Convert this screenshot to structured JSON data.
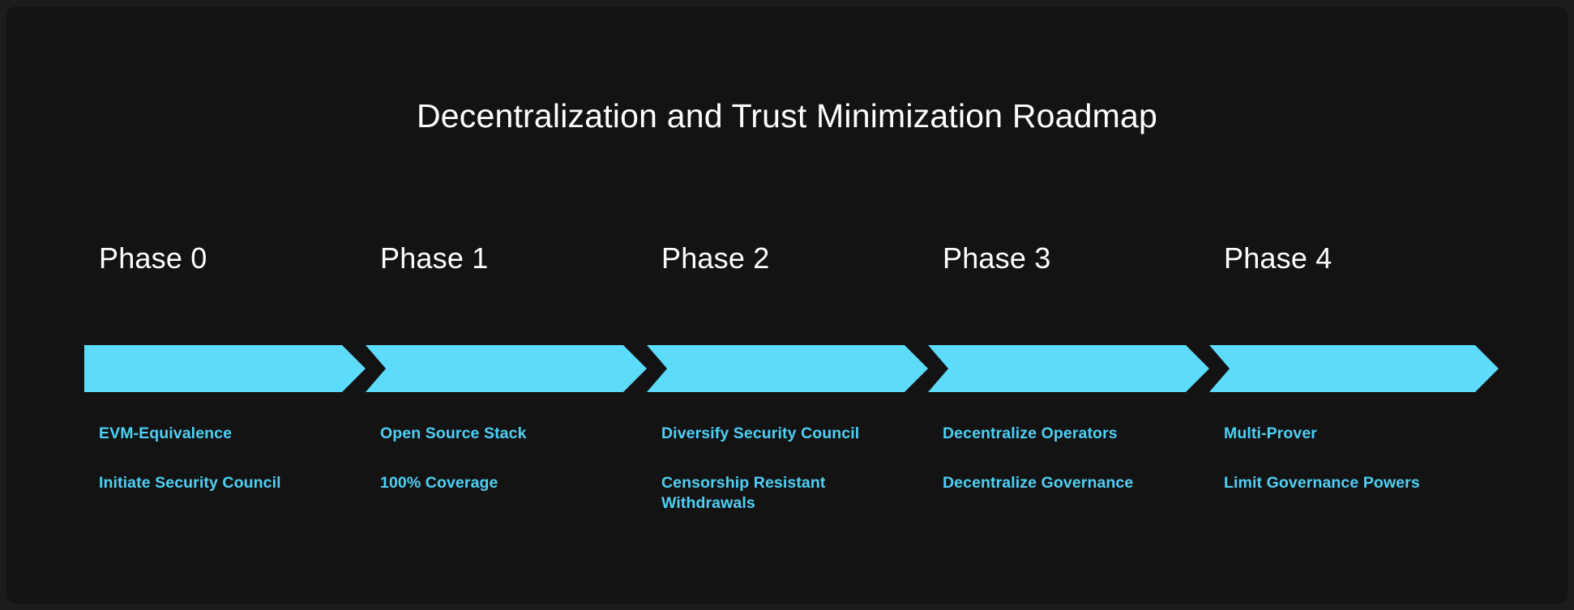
{
  "title": "Decentralization and Trust Minimization Roadmap",
  "colors": {
    "accent": "#5CDBFB",
    "item_text": "#4FD0F5",
    "card_background": "#131313",
    "title_text": "#FFFFFF"
  },
  "phases": [
    {
      "heading": "Phase 0",
      "items": [
        "EVM-Equivalence",
        "Initiate Security Council"
      ]
    },
    {
      "heading": "Phase 1",
      "items": [
        "Open Source Stack",
        "100% Coverage"
      ]
    },
    {
      "heading": "Phase 2",
      "items": [
        "Diversify Security Council",
        "Censorship Resistant Withdrawals"
      ]
    },
    {
      "heading": "Phase 3",
      "items": [
        "Decentralize Operators",
        "Decentralize Governance"
      ]
    },
    {
      "heading": "Phase 4",
      "items": [
        "Multi-Prover",
        "Limit Governance Powers"
      ]
    }
  ]
}
